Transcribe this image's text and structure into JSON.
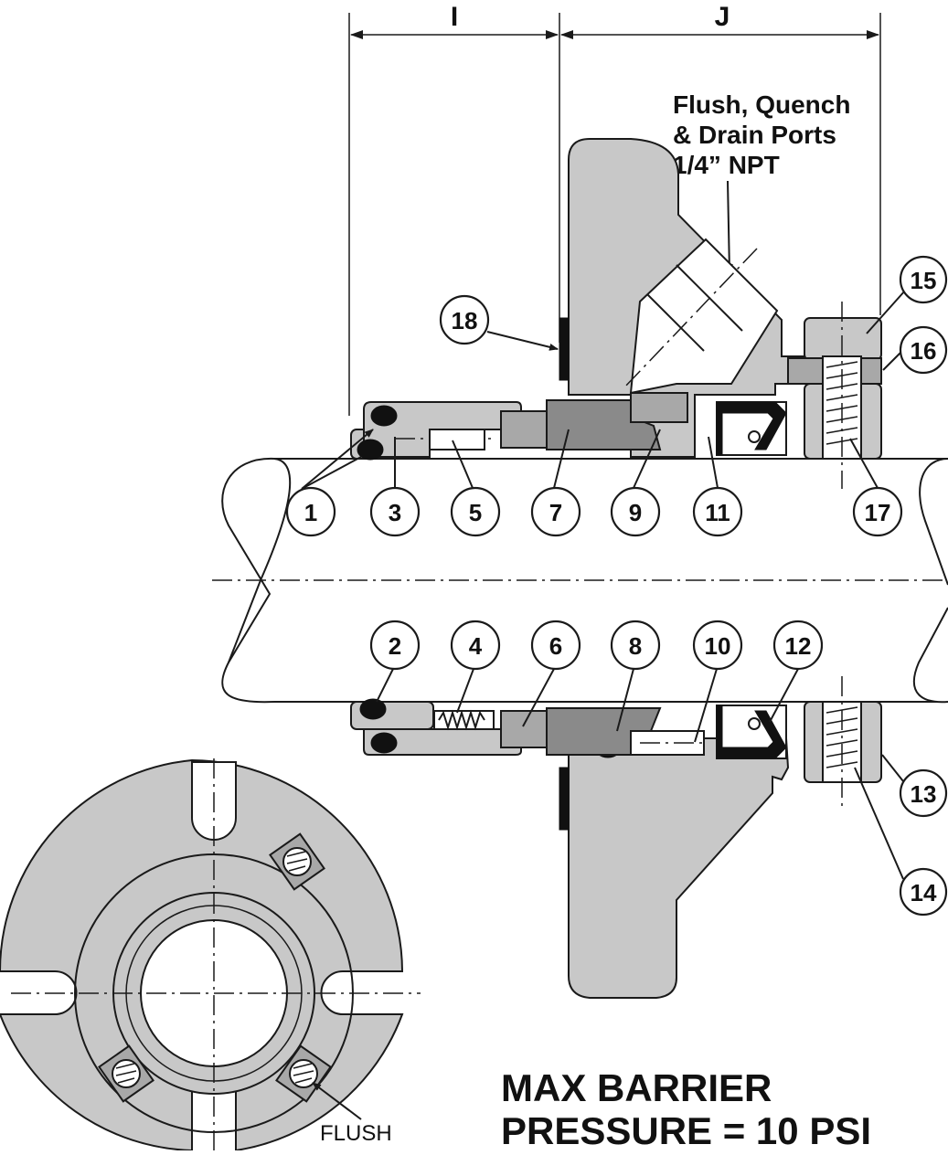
{
  "dimensions": {
    "i_label": "I",
    "j_label": "J"
  },
  "port_note": {
    "line1": "Flush, Quench",
    "line2": "& Drain Ports",
    "line3": "1/4” NPT"
  },
  "upper_callouts": [
    "1",
    "3",
    "5",
    "7",
    "9",
    "11",
    "17"
  ],
  "lower_callouts": [
    "2",
    "4",
    "6",
    "8",
    "10",
    "12"
  ],
  "right_callouts": [
    "15",
    "16",
    "13",
    "14"
  ],
  "left_callout": "18",
  "flush_label": "FLUSH",
  "pressure_note": {
    "line1": "MAX BARRIER",
    "line2": "PRESSURE = 10 PSI"
  }
}
